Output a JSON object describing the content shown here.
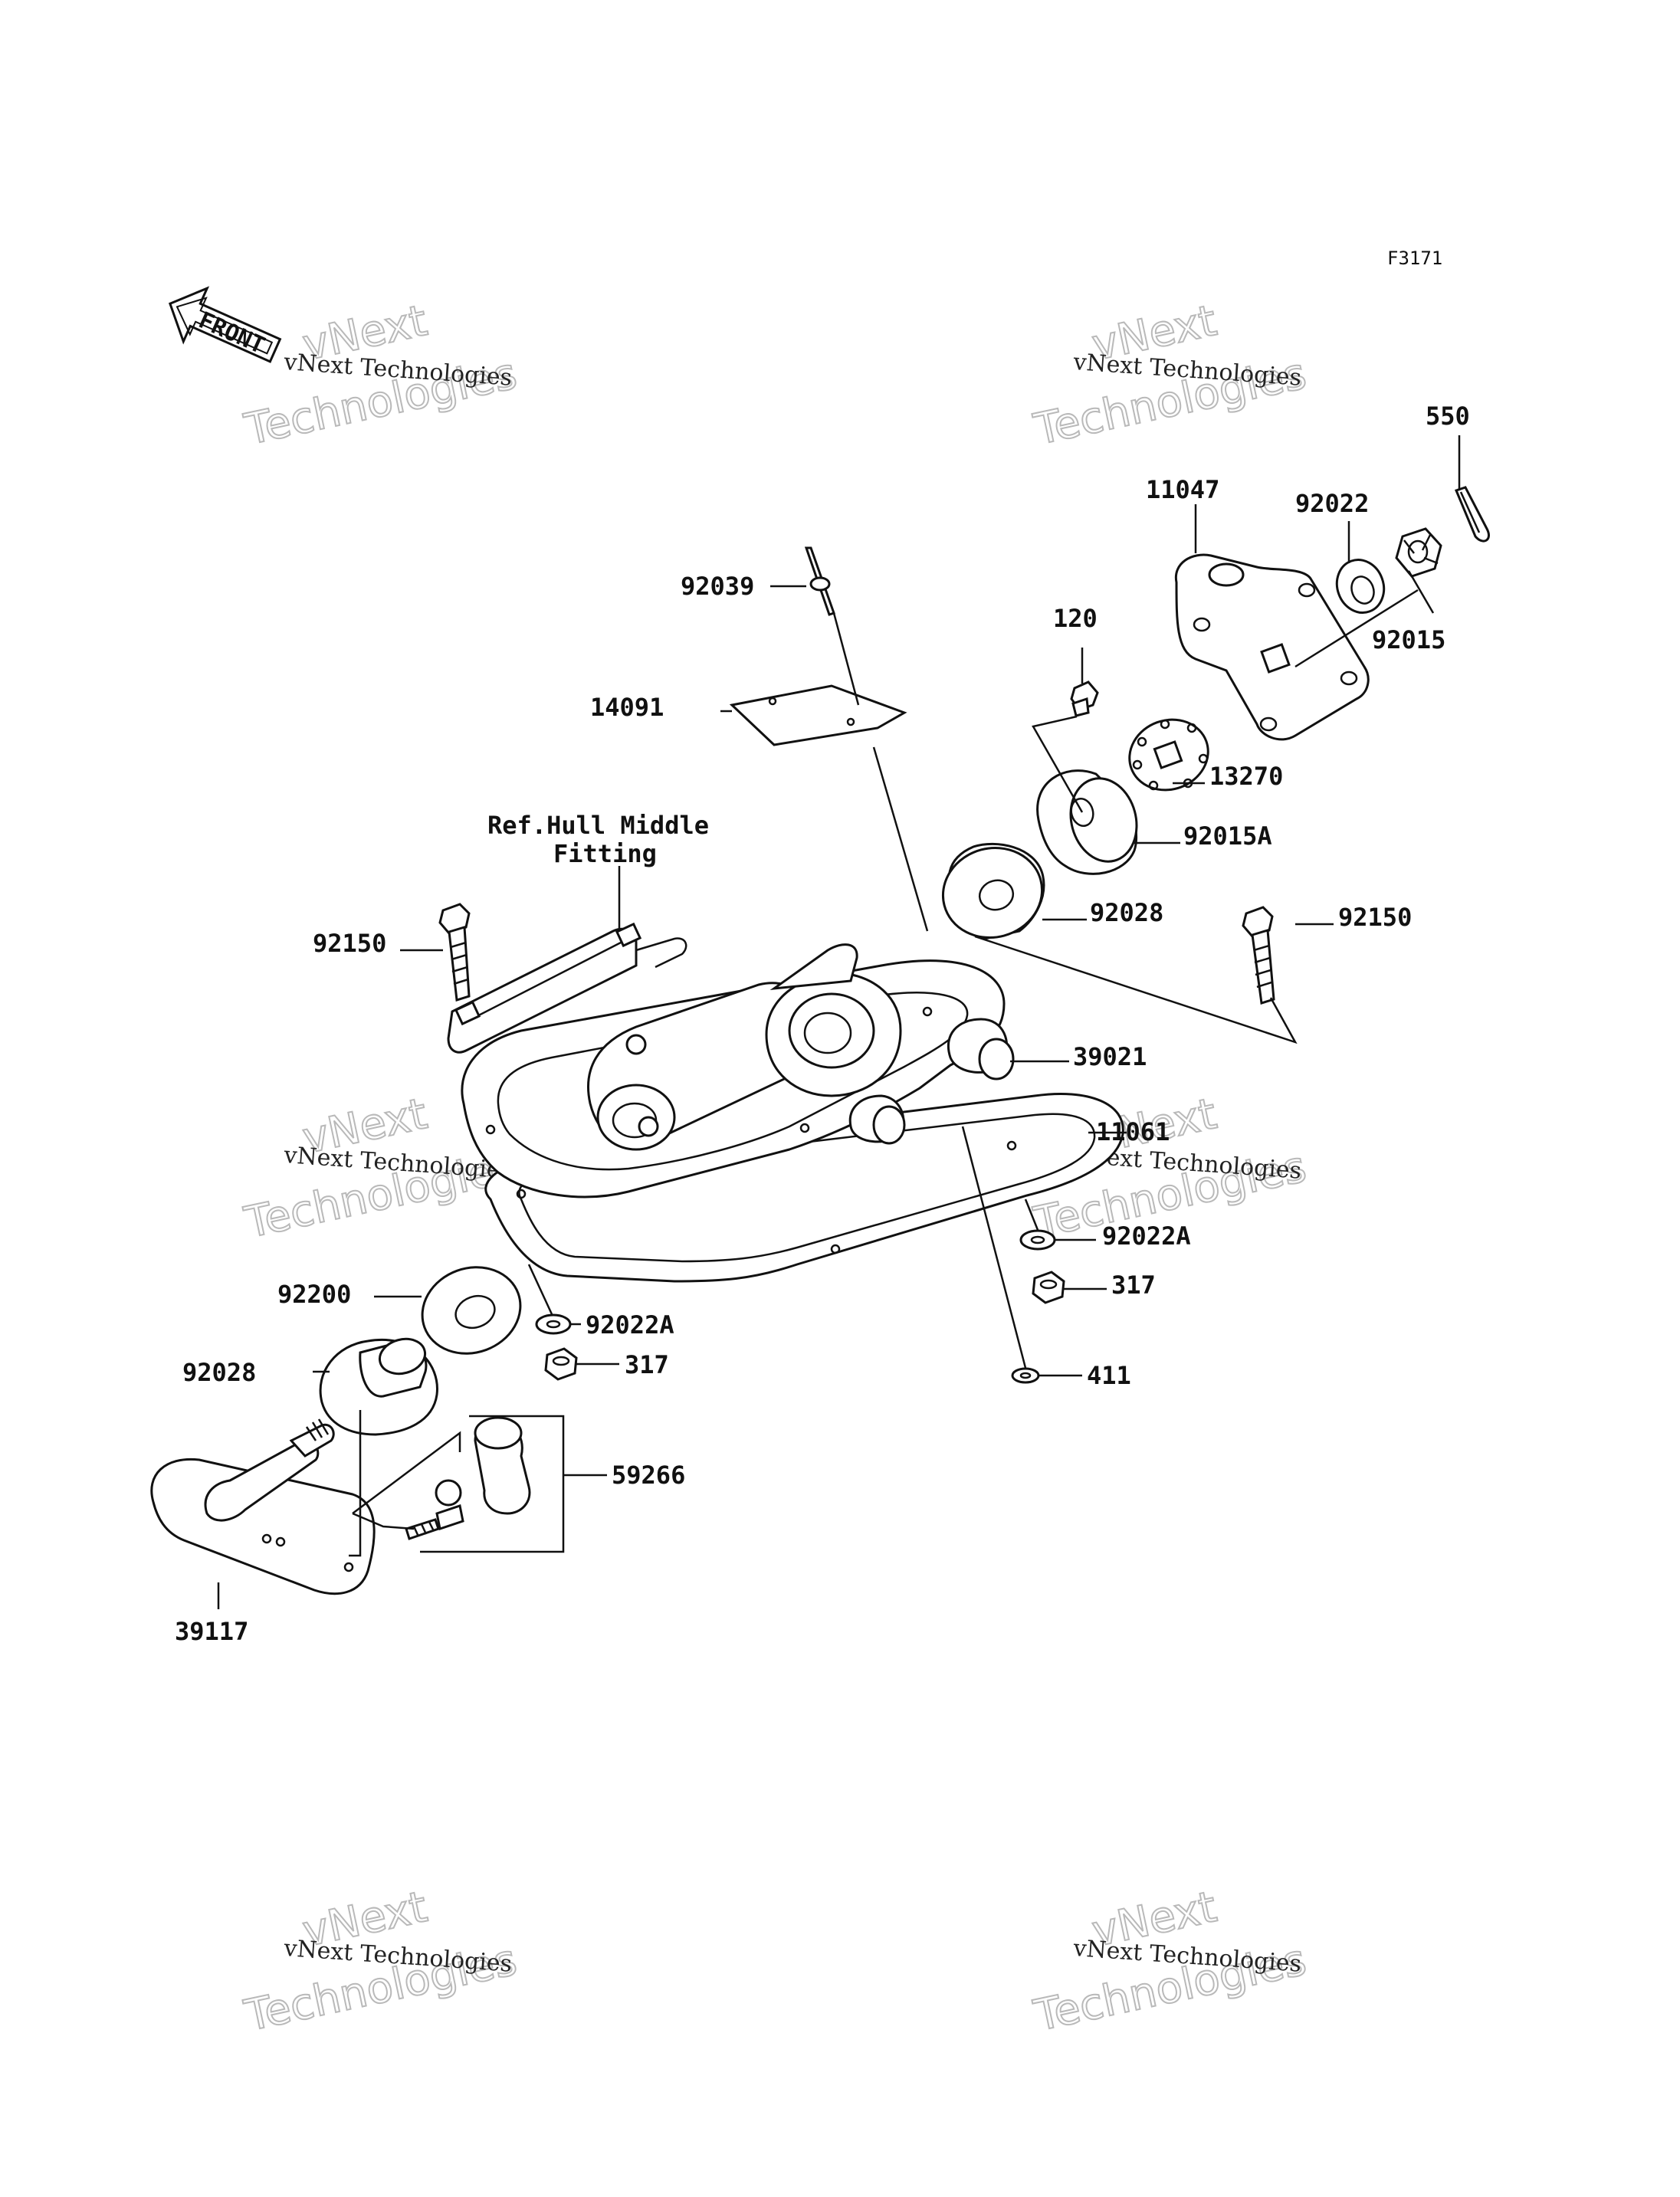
{
  "diagram_code": "F3171",
  "front_label": "FRONT",
  "reference_label": {
    "line1": "Ref.Hull Middle",
    "line2": "Fitting"
  },
  "part_labels": [
    {
      "id": "p550",
      "text": "550"
    },
    {
      "id": "p11047",
      "text": "11047"
    },
    {
      "id": "p92022",
      "text": "92022"
    },
    {
      "id": "p92015",
      "text": "92015"
    },
    {
      "id": "p92039",
      "text": "92039"
    },
    {
      "id": "p120",
      "text": "120"
    },
    {
      "id": "p14091",
      "text": "14091"
    },
    {
      "id": "p13270",
      "text": "13270"
    },
    {
      "id": "p92015A",
      "text": "92015A"
    },
    {
      "id": "p92028a",
      "text": "92028"
    },
    {
      "id": "p92150a",
      "text": "92150"
    },
    {
      "id": "p92150b",
      "text": "92150"
    },
    {
      "id": "p39021",
      "text": "39021"
    },
    {
      "id": "p11061",
      "text": "11061"
    },
    {
      "id": "p92022Aa",
      "text": "92022A"
    },
    {
      "id": "p317a",
      "text": "317"
    },
    {
      "id": "p92200",
      "text": "92200"
    },
    {
      "id": "p92022Ab",
      "text": "92022A"
    },
    {
      "id": "p317b",
      "text": "317"
    },
    {
      "id": "p411",
      "text": "411"
    },
    {
      "id": "p92028b",
      "text": "92028"
    },
    {
      "id": "p59266",
      "text": "59266"
    },
    {
      "id": "p39117",
      "text": "39117"
    }
  ],
  "watermark": {
    "small": "vNext Technologies",
    "large_top": "vNext",
    "large_bottom": "Technologies"
  },
  "colors": {
    "ink": "#111111",
    "watermark": "#b9b9b9",
    "background": "#ffffff"
  }
}
